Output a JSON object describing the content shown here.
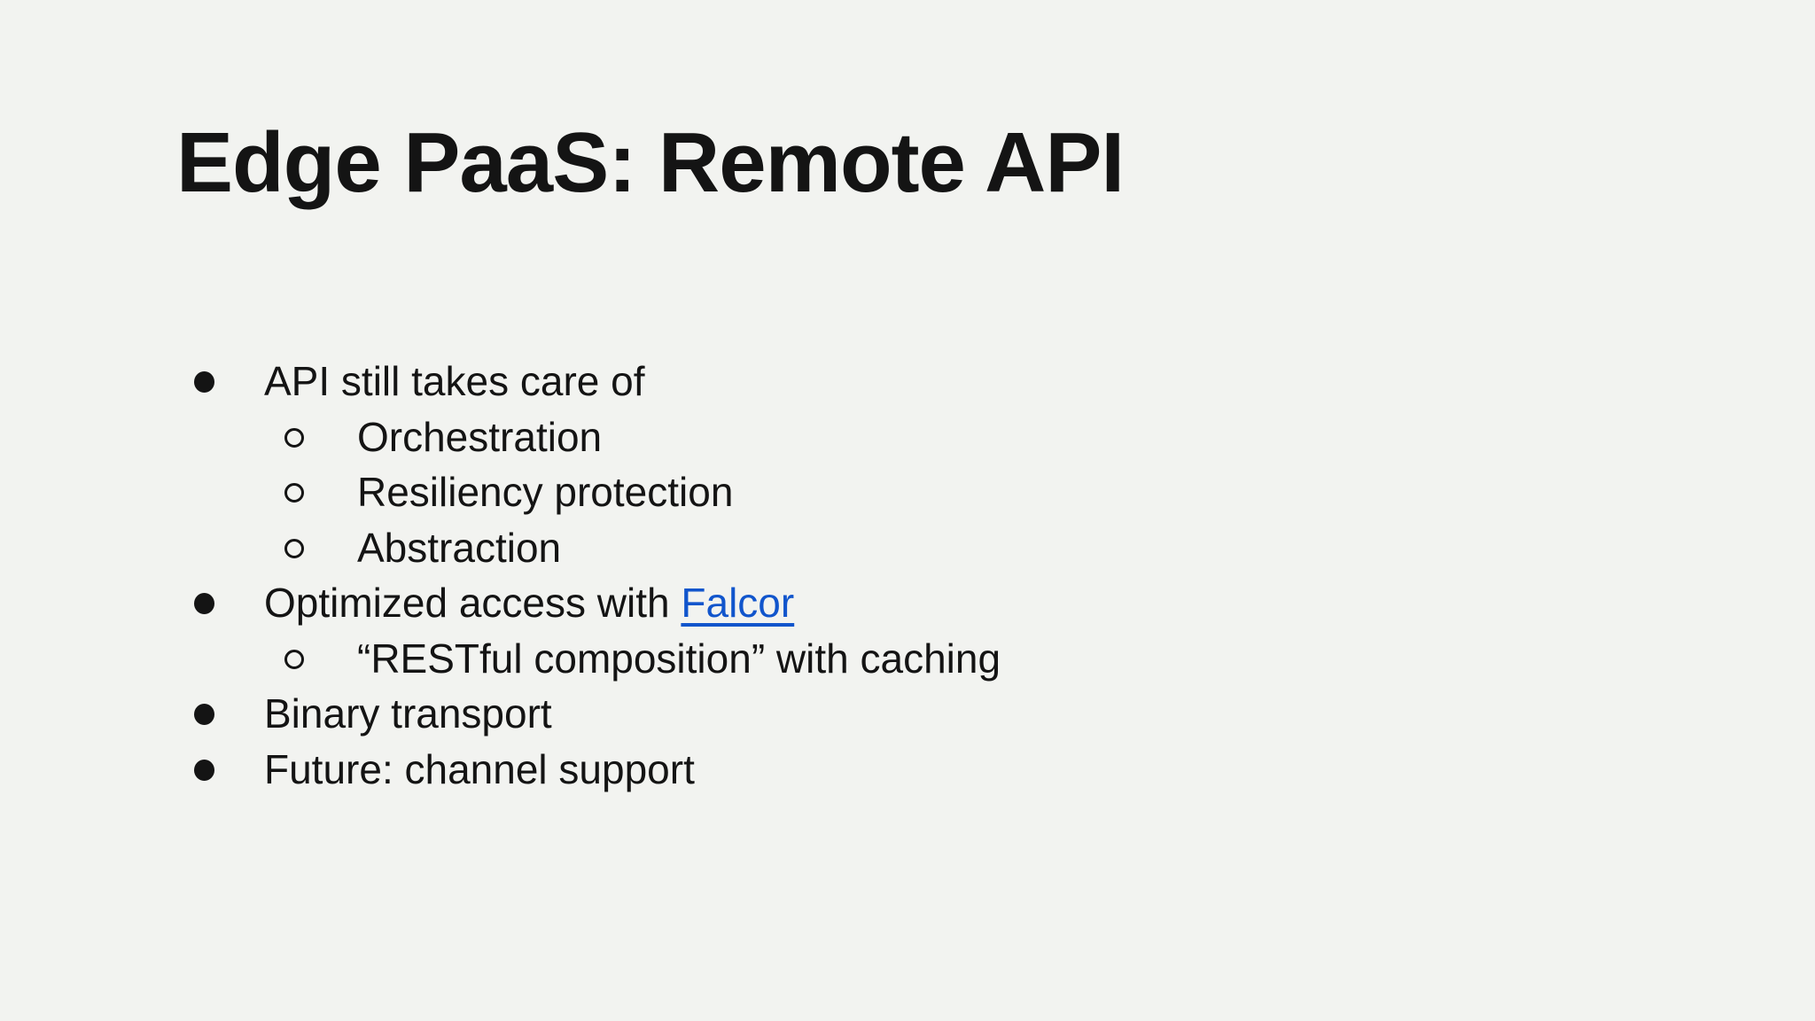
{
  "slide": {
    "title": "Edge PaaS: Remote API",
    "colors": {
      "background": "#f2f3f0",
      "text": "#141414",
      "link": "#1155cc"
    },
    "bullets": [
      {
        "level": 1,
        "segments": [
          {
            "type": "text",
            "text": "API still takes care of"
          }
        ]
      },
      {
        "level": 2,
        "segments": [
          {
            "type": "text",
            "text": "Orchestration"
          }
        ]
      },
      {
        "level": 2,
        "segments": [
          {
            "type": "text",
            "text": "Resiliency protection"
          }
        ]
      },
      {
        "level": 2,
        "segments": [
          {
            "type": "text",
            "text": "Abstraction"
          }
        ]
      },
      {
        "level": 1,
        "segments": [
          {
            "type": "text",
            "text": "Optimized access with "
          },
          {
            "type": "link",
            "text": "Falcor"
          }
        ]
      },
      {
        "level": 2,
        "segments": [
          {
            "type": "text",
            "text": "“RESTful composition” with caching"
          }
        ]
      },
      {
        "level": 1,
        "segments": [
          {
            "type": "text",
            "text": "Binary transport"
          }
        ]
      },
      {
        "level": 1,
        "segments": [
          {
            "type": "text",
            "text": "Future: channel support"
          }
        ]
      }
    ]
  }
}
